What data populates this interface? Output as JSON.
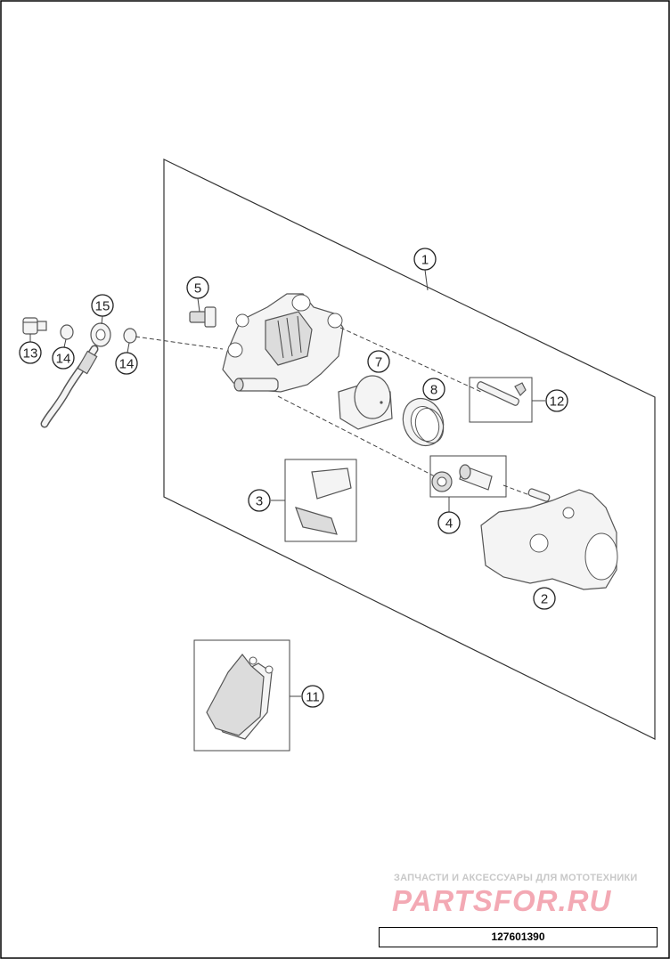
{
  "callouts": {
    "c1": "1",
    "c2": "2",
    "c3": "3",
    "c4": "4",
    "c5": "5",
    "c7": "7",
    "c8": "8",
    "c11": "11",
    "c12": "12",
    "c13": "13",
    "c14a": "14",
    "c14b": "14",
    "c15": "15"
  },
  "watermark": {
    "caption": "ЗАПЧАСТИ И АКСЕССУАРЫ ДЛЯ МОТОТЕХНИКИ",
    "logo_text": "PARTSFOR.RU"
  },
  "part_number": "127601390"
}
